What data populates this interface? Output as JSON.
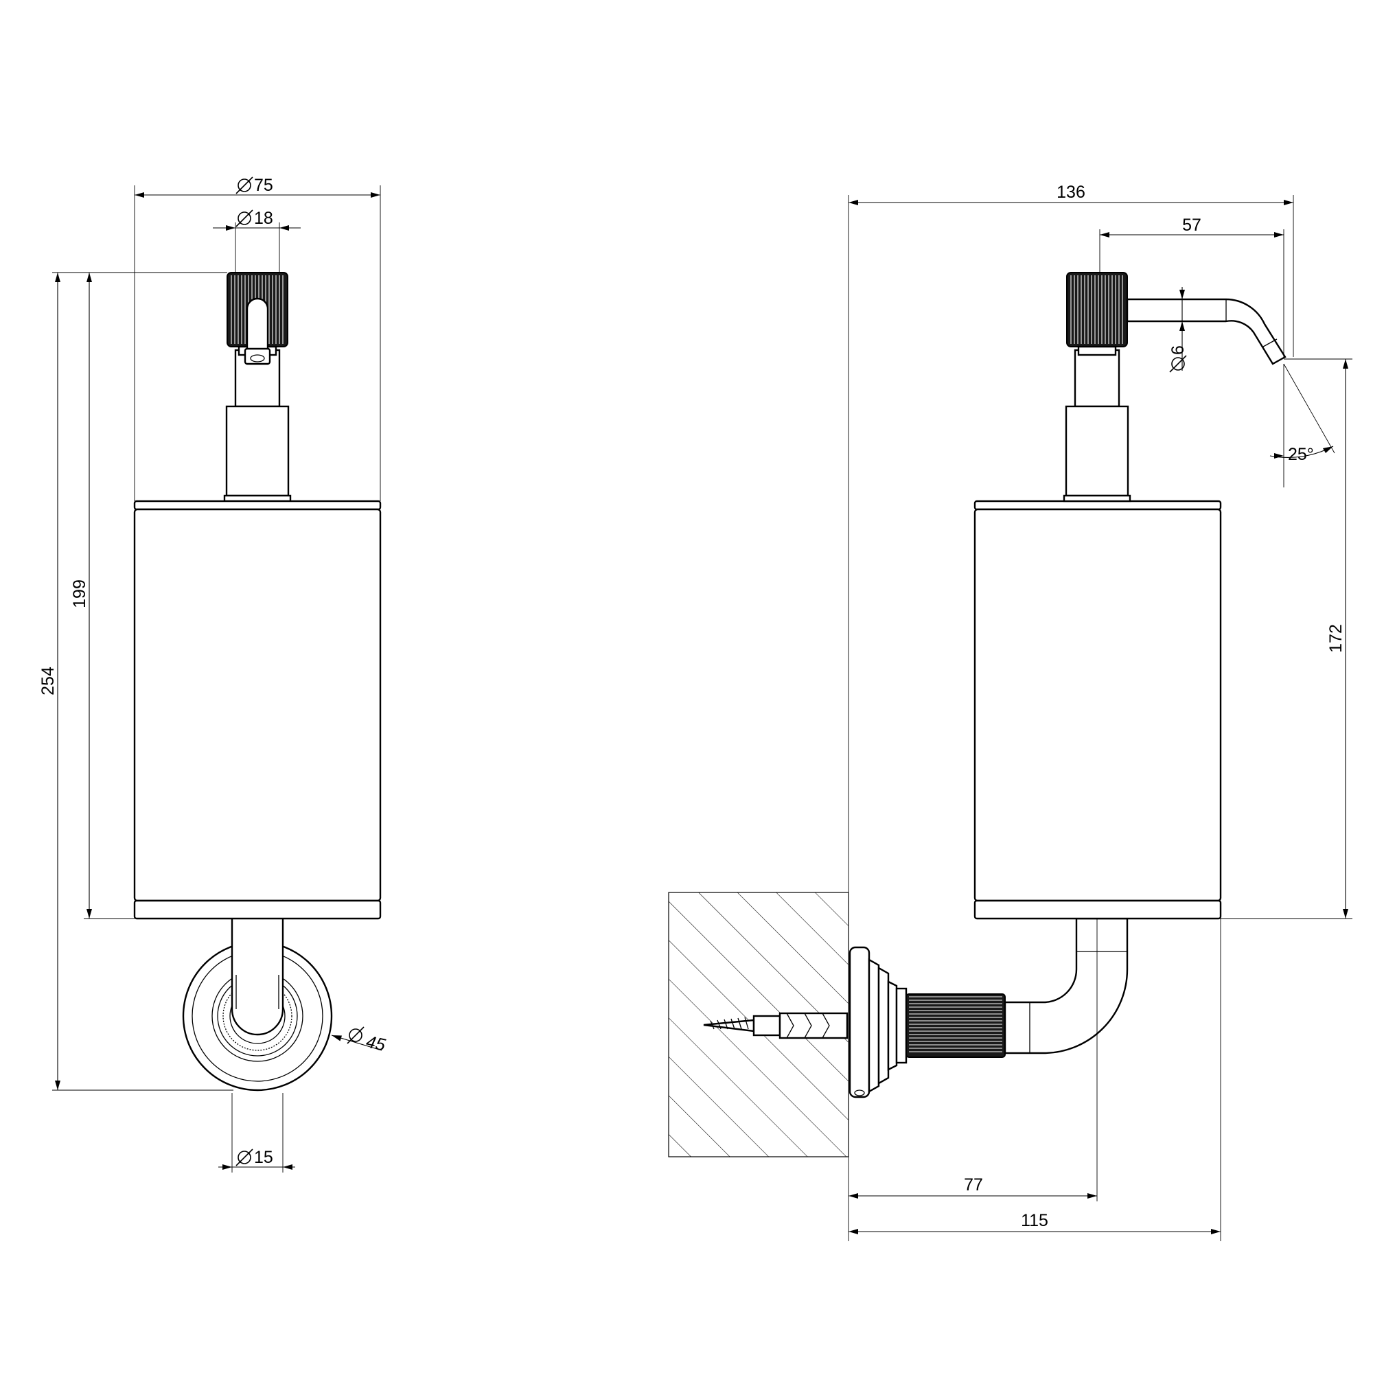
{
  "front_view": {
    "dim_body_diameter": "75",
    "dim_pump_diameter": "18",
    "dim_total_height": "254",
    "dim_body_height": "199",
    "dim_rosette_diameter": "45",
    "dim_arm_diameter": "15"
  },
  "side_view": {
    "dim_total_depth": "136",
    "dim_spout_reach": "57",
    "dim_spout_diameter": "6",
    "dim_spout_angle": "25°",
    "dim_spout_height": "172",
    "dim_axis_from_wall": "77",
    "dim_body_from_wall": "115"
  }
}
